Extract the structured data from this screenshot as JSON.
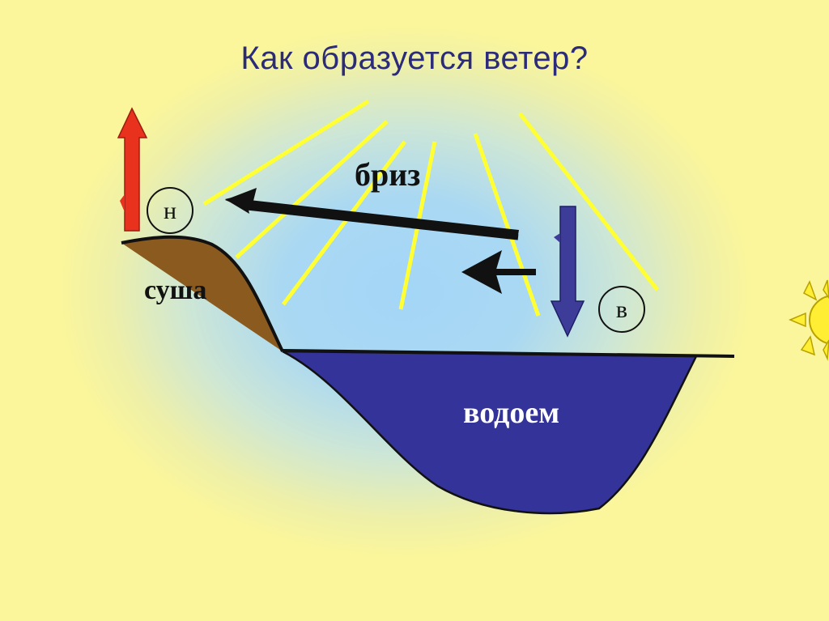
{
  "slide": {
    "title": "Как образуется ветер?",
    "breeze_label": "бриз",
    "land_label": "суша",
    "water_label": "водоем",
    "low_pressure_label": "н",
    "high_pressure_label": "в"
  },
  "colors": {
    "background": "#fbf69b",
    "sky_glow": "#a4d6f7",
    "title_text": "#2b2b7a",
    "sun_rays": "#ffff33",
    "sun": "#ffee33",
    "land": "#8b5a1e",
    "water": "#333399",
    "rising_air_arrow": "#e8321e",
    "sinking_air_arrow": "#3d3d99",
    "wind_arrow": "#111111"
  },
  "icons": {
    "sun": "sun-icon",
    "rising_air": "up-arrow-icon",
    "sinking_air": "down-arrow-icon",
    "breeze": "left-arrow-icon"
  }
}
